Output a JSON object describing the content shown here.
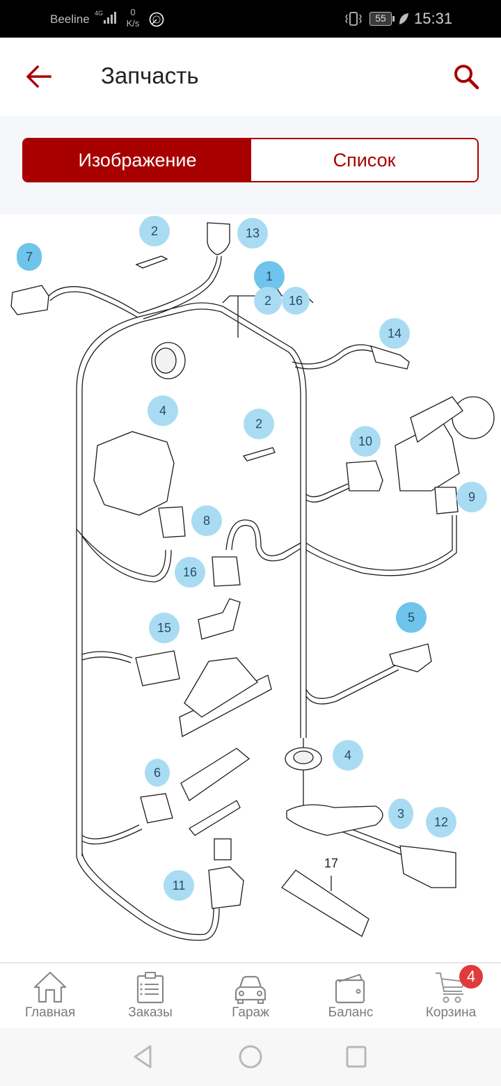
{
  "status_bar": {
    "carrier": "Beeline",
    "network": "4G",
    "speed_value": "0",
    "speed_unit": "K/s",
    "battery": "55",
    "time": "15:31"
  },
  "app_bar": {
    "title": "Запчасть",
    "back_icon": "arrow-left-icon",
    "search_icon": "search-icon"
  },
  "segments": [
    {
      "label": "Изображение",
      "active": true
    },
    {
      "label": "Список",
      "active": false
    }
  ],
  "diagram": {
    "callouts": [
      {
        "num": "2",
        "pos": "top-clip"
      },
      {
        "num": "13",
        "pos": "top-connector"
      },
      {
        "num": "7",
        "pos": "left-connector"
      },
      {
        "num": "1",
        "pos": "harness"
      },
      {
        "num": "2",
        "pos": "harness-range-start"
      },
      {
        "num": "16",
        "pos": "harness-range-end"
      },
      {
        "num": "14",
        "pos": "right-connector"
      },
      {
        "num": "4",
        "pos": "upper-grommet"
      },
      {
        "num": "2",
        "pos": "middle-clip"
      },
      {
        "num": "10",
        "pos": "motor-connector"
      },
      {
        "num": "9",
        "pos": "motor-plug"
      },
      {
        "num": "8",
        "pos": "lock-connector"
      },
      {
        "num": "16",
        "pos": "micro-switch"
      },
      {
        "num": "5",
        "pos": "side-connector"
      },
      {
        "num": "15",
        "pos": "handle-connector"
      },
      {
        "num": "4",
        "pos": "lower-grommet"
      },
      {
        "num": "6",
        "pos": "small-connector"
      },
      {
        "num": "3",
        "pos": "sleeve"
      },
      {
        "num": "12",
        "pos": "bottom-connector"
      },
      {
        "num": "11",
        "pos": "sensor-connector"
      },
      {
        "num": "17",
        "pos": "grease-tube"
      }
    ],
    "range_separator": "-"
  },
  "bottom_nav": [
    {
      "label": "Главная",
      "icon": "home-icon"
    },
    {
      "label": "Заказы",
      "icon": "clipboard-icon"
    },
    {
      "label": "Гараж",
      "icon": "car-icon"
    },
    {
      "label": "Баланс",
      "icon": "wallet-icon"
    },
    {
      "label": "Корзина",
      "icon": "cart-icon",
      "badge": "4"
    }
  ],
  "colors": {
    "brand": "#a80000",
    "callout": "#a9dcf3",
    "badge": "#e03a3a"
  }
}
